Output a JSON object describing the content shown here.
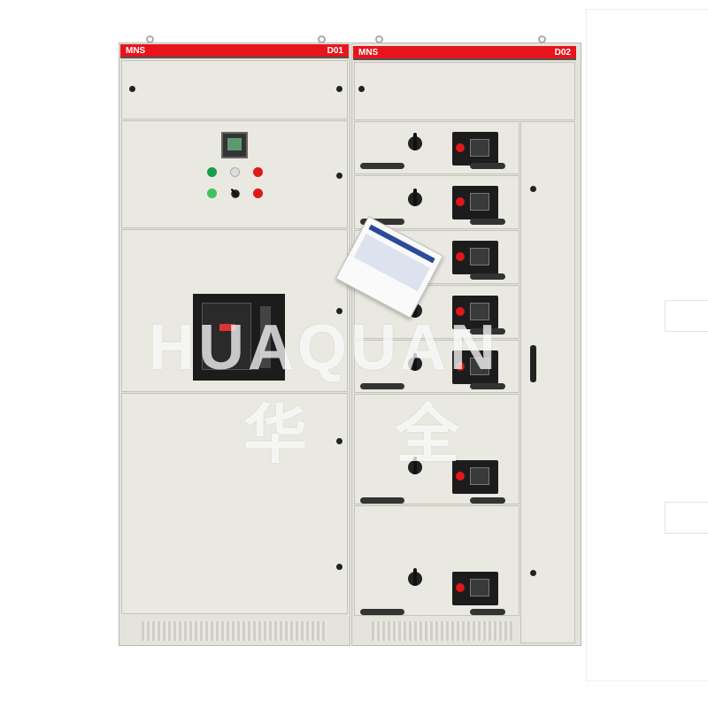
{
  "cabinets": [
    {
      "series": "MNS",
      "number": "D01"
    },
    {
      "series": "MNS",
      "number": "D02"
    }
  ],
  "watermark": {
    "latin": "HUAQUAN",
    "chinese": "华 全"
  },
  "colors": {
    "panel": "#e9e9e2",
    "band": "#e8141c"
  }
}
